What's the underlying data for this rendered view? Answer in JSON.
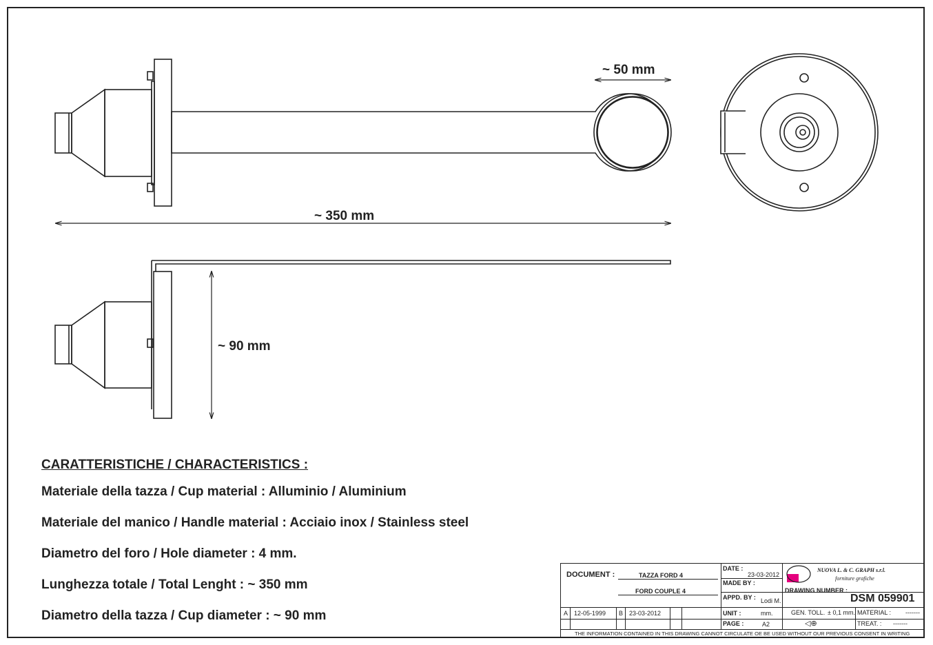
{
  "dimensions": {
    "ring_width": "~ 50 mm",
    "total_length": "~ 350 mm",
    "cup_diameter": "~ 90 mm"
  },
  "characteristics": {
    "title": "CARATTERISTICHE / CHARACTERISTICS :",
    "lines": [
      "Materiale della tazza / Cup material : Alluminio / Aluminium",
      "Materiale del manico / Handle material : Acciaio inox / Stainless steel",
      "Diametro del foro / Hole diameter : 4 mm.",
      "Lunghezza totale / Total Lenght : ~ 350 mm",
      "Diametro della tazza / Cup diameter : ~ 90 mm"
    ]
  },
  "title_block": {
    "document_label": "DOCUMENT :",
    "document_it": "TAZZA FORD 4",
    "document_en": "FORD COUPLE 4",
    "date_label": "DATE :",
    "date_value": "23-03-2012",
    "made_by_label": "MADE BY :",
    "appd_by_label": "APPD. BY :",
    "appd_by_value": "Lodi M.",
    "company_name": "NUOVA L. & C. GRAPH s.r.l.",
    "company_sub": "forniture grafiche",
    "drawing_number_label": "DRAWING NUMBER :",
    "drawing_number": "DSM 059901",
    "rev_a_letter": "A",
    "rev_a_date": "12-05-1999",
    "rev_b_letter": "B",
    "rev_b_date": "23-03-2012",
    "unit_label": "UNIT :",
    "unit_value": "mm.",
    "page_label": "PAGE :",
    "page_value": "A2",
    "gen_toll_label": "GEN. TOLL.",
    "gen_toll_value": "± 0,1 mm.",
    "material_label": "MATERIAL :",
    "material_value": "-------",
    "treat_label": "TREAT. :",
    "treat_value": "-------",
    "notice": "THE INFORMATION CONTAINED IN THIS DRAWING CANNOT CIRCULATE OE BE USED WITHOUT OUR PREVIOUS CONSENT IN WRITING"
  },
  "colors": {
    "line": "#222222",
    "logo": [
      "#e5007e",
      "#ffd500",
      "#00a0e3",
      "#222222"
    ]
  }
}
